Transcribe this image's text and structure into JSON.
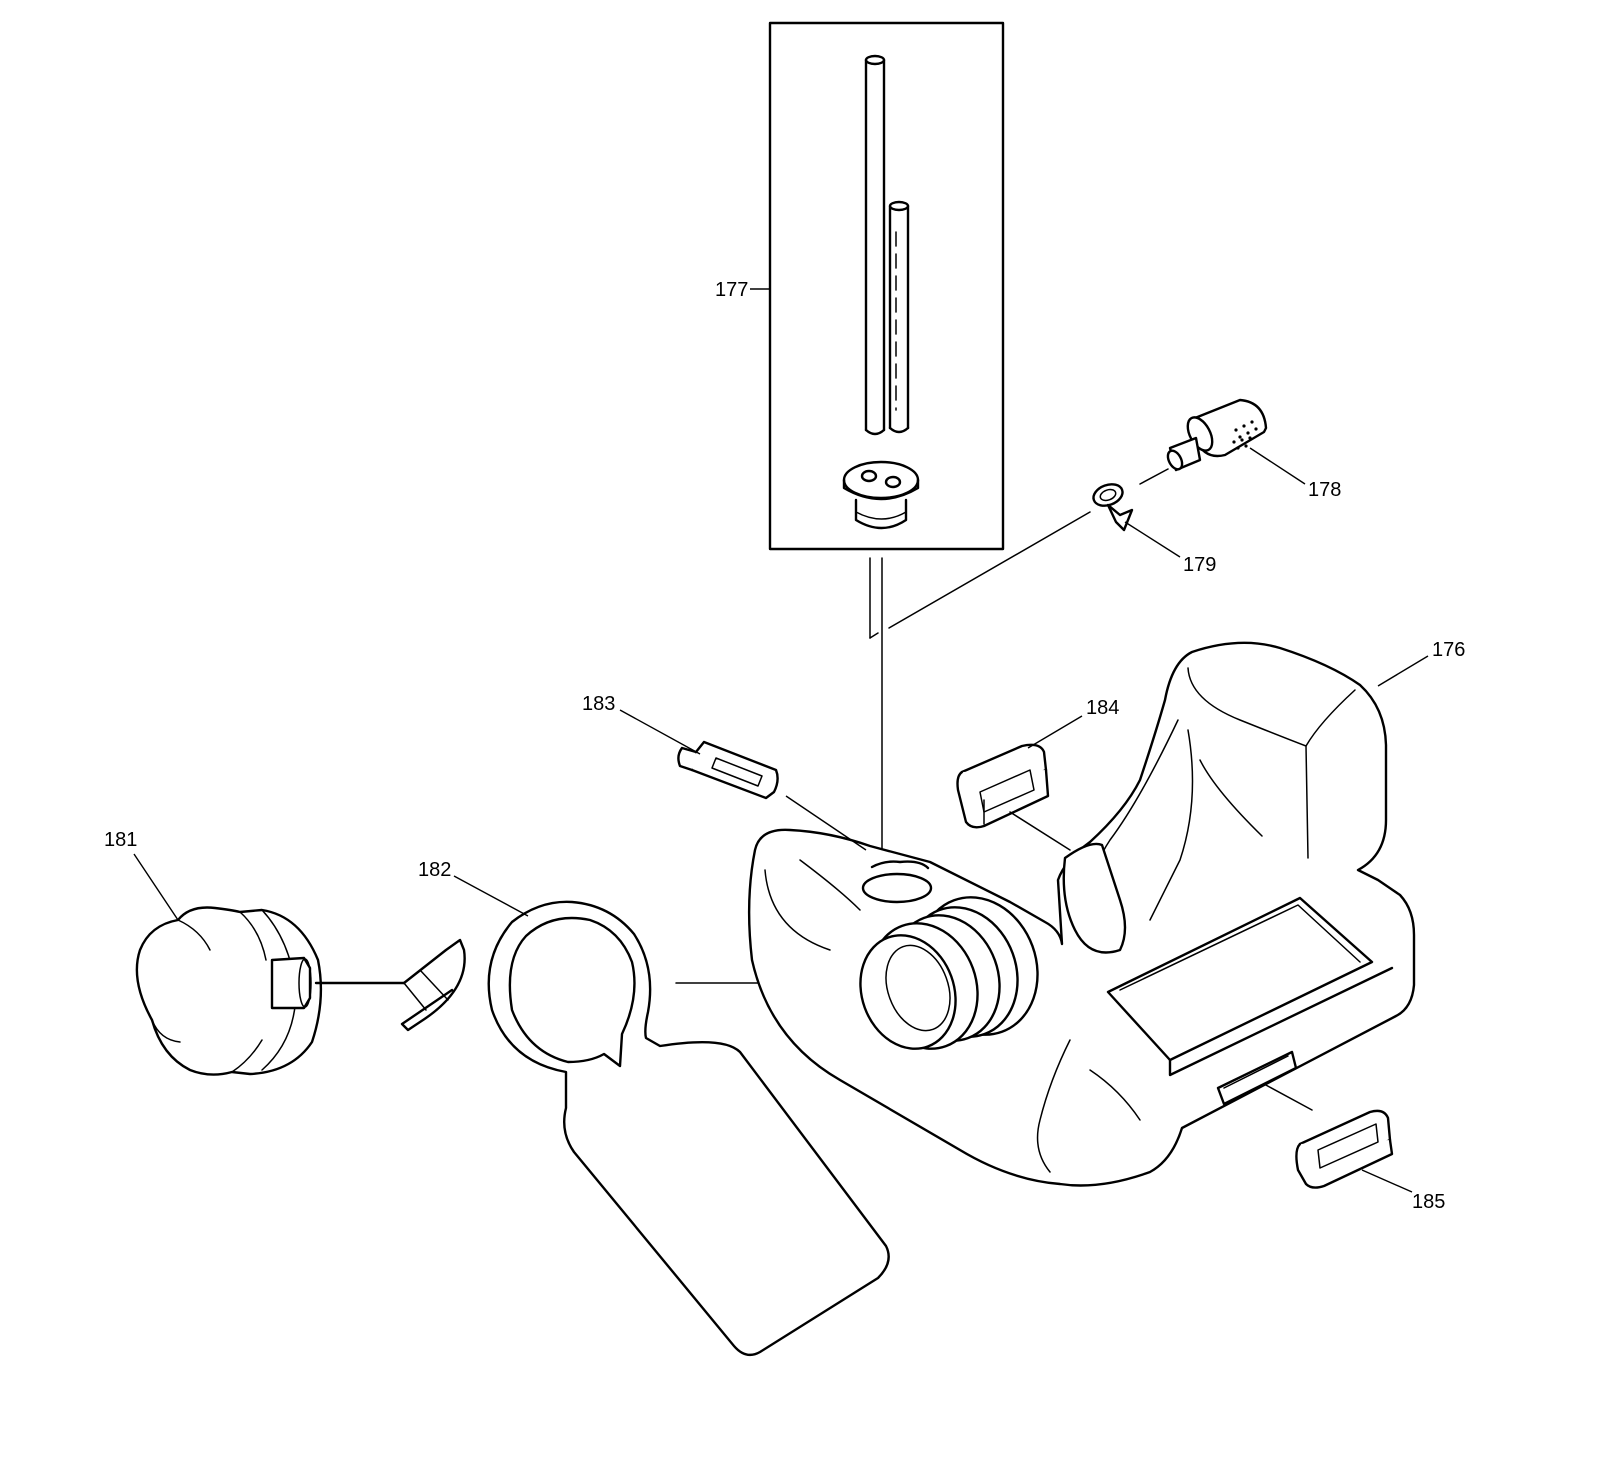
{
  "diagram": {
    "colors": {
      "line": "#000000",
      "background": "#ffffff"
    },
    "callouts": [
      {
        "id": "177",
        "label": "177"
      },
      {
        "id": "178",
        "label": "178"
      },
      {
        "id": "179",
        "label": "179"
      },
      {
        "id": "176",
        "label": "176"
      },
      {
        "id": "183",
        "label": "183"
      },
      {
        "id": "184",
        "label": "184"
      },
      {
        "id": "181",
        "label": "181"
      },
      {
        "id": "182",
        "label": "182"
      },
      {
        "id": "185",
        "label": "185"
      }
    ]
  }
}
